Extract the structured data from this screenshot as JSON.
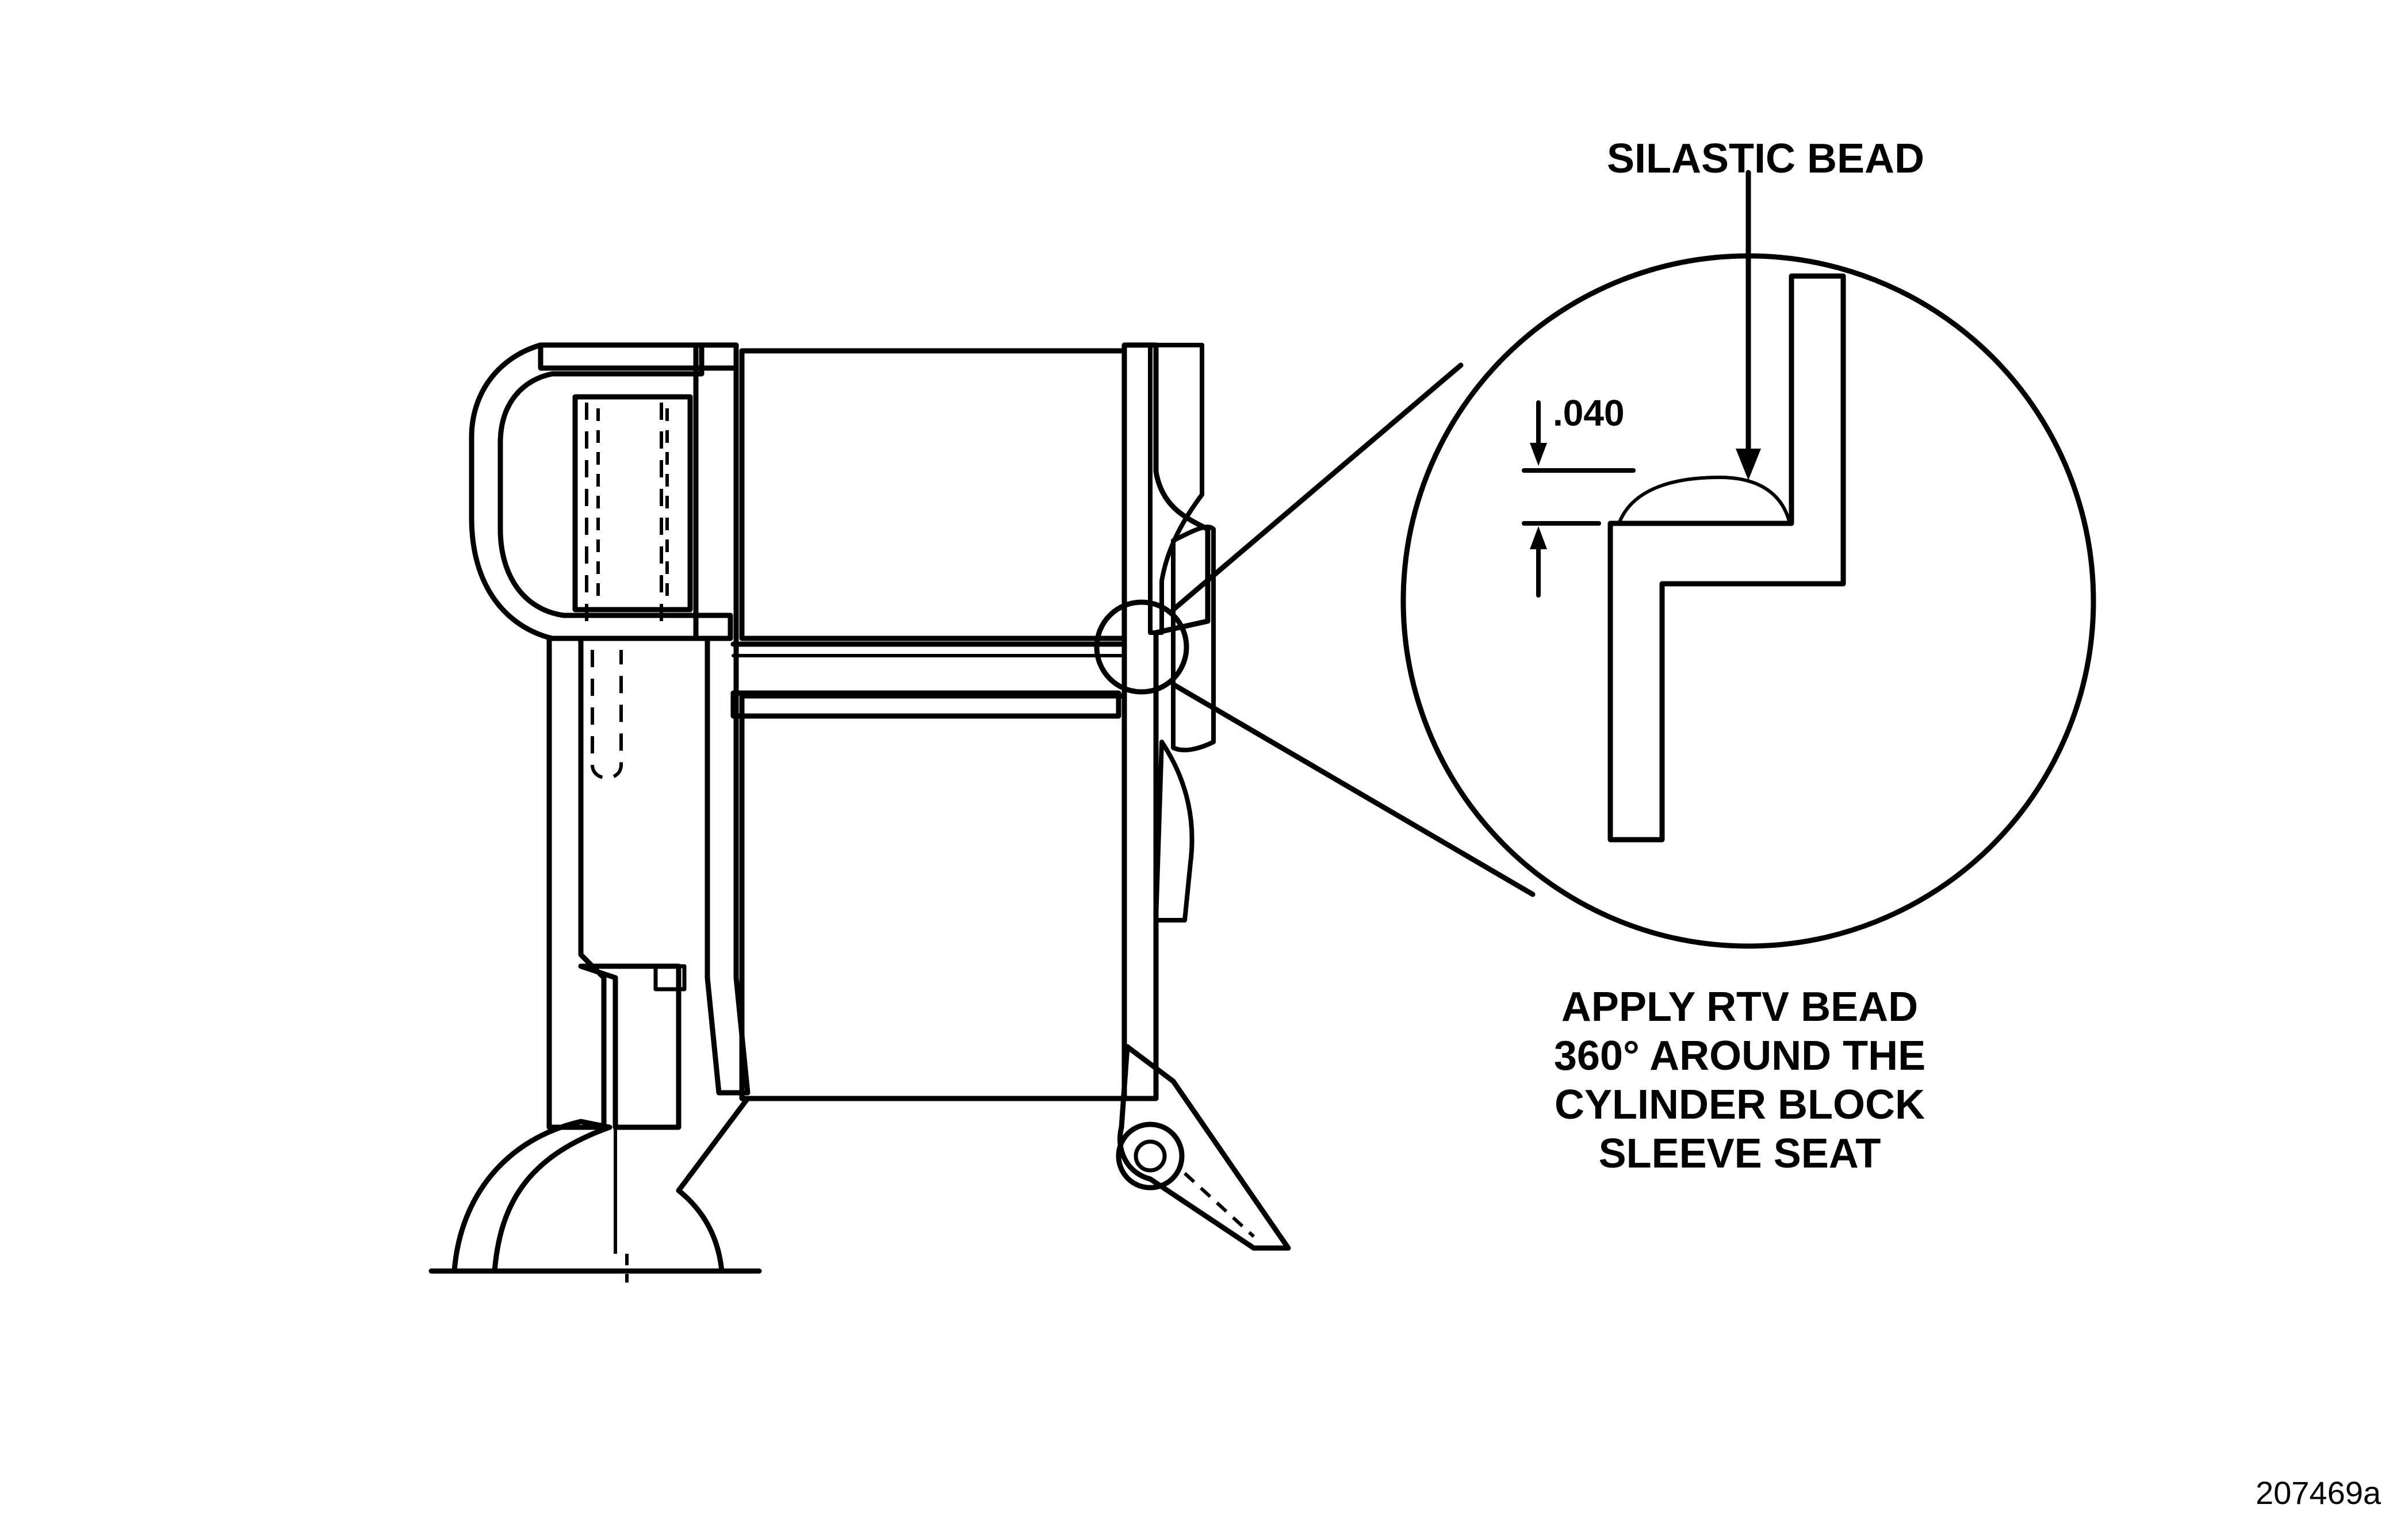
{
  "labels": {
    "silastic_bead": "SILASTIC BEAD",
    "dimension": ".040",
    "instruction_line1": "APPLY RTV BEAD",
    "instruction_line2": "360° AROUND THE",
    "instruction_line3": "CYLINDER BLOCK",
    "instruction_line4": "SLEEVE SEAT",
    "figure_id": "207469a"
  },
  "colors": {
    "ink": "#000000",
    "paper": "#ffffff"
  }
}
